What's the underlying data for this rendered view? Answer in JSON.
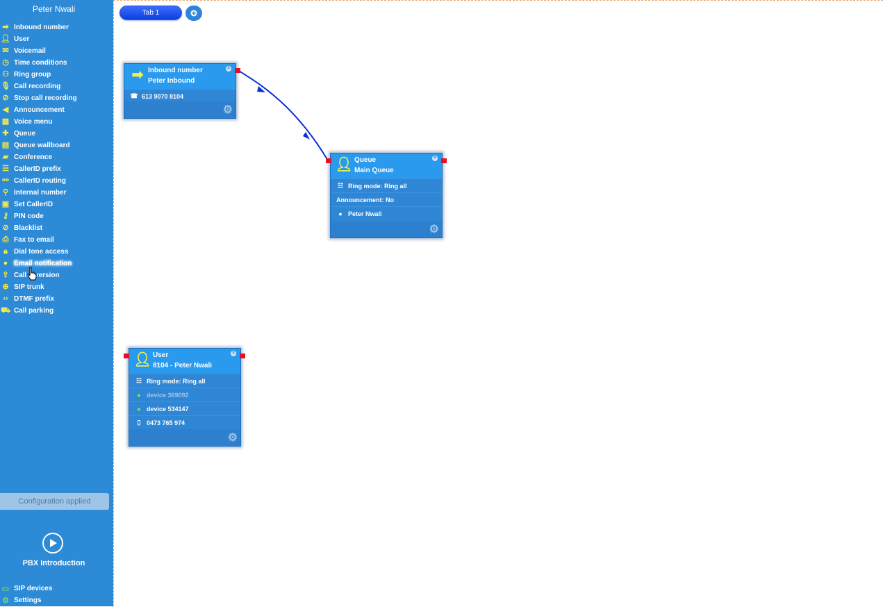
{
  "sidebar": {
    "user": "Peter Nwali",
    "menu": [
      {
        "label": "Inbound number",
        "icon": "arrow-right-icon"
      },
      {
        "label": "User",
        "icon": "user-icon"
      },
      {
        "label": "Voicemail",
        "icon": "envelope-icon"
      },
      {
        "label": "Time conditions",
        "icon": "clock-icon"
      },
      {
        "label": "Ring group",
        "icon": "group-icon"
      },
      {
        "label": "Call recording",
        "icon": "microphone-icon"
      },
      {
        "label": "Stop call recording",
        "icon": "microphone-off-icon"
      },
      {
        "label": "Announcement",
        "icon": "megaphone-icon"
      },
      {
        "label": "Voice menu",
        "icon": "grid-icon"
      },
      {
        "label": "Queue",
        "icon": "user-add-icon"
      },
      {
        "label": "Queue wallboard",
        "icon": "table-icon"
      },
      {
        "label": "Conference",
        "icon": "chat-icon"
      },
      {
        "label": "CallerID prefix",
        "icon": "list-icon"
      },
      {
        "label": "CallerID routing",
        "icon": "hierarchy-icon"
      },
      {
        "label": "Internal number",
        "icon": "pin-icon"
      },
      {
        "label": "Set CallerID",
        "icon": "id-card-icon"
      },
      {
        "label": "PIN code",
        "icon": "key-icon"
      },
      {
        "label": "Blacklist",
        "icon": "forbidden-icon"
      },
      {
        "label": "Fax to email",
        "icon": "fax-icon"
      },
      {
        "label": "Dial tone access",
        "icon": "lock-icon"
      },
      {
        "label": "Email notification",
        "icon": "bell-icon"
      },
      {
        "label": "Call diversion",
        "icon": "divert-icon"
      },
      {
        "label": "SIP trunk",
        "icon": "globe-icon"
      },
      {
        "label": "DTMF prefix",
        "icon": "code-icon"
      },
      {
        "label": "Call parking",
        "icon": "cart-icon"
      }
    ],
    "status": "Configuration applied",
    "intro_label": "PBX Introduction",
    "bottom_menu": [
      {
        "label": "SIP devices",
        "icon": "monitor-icon"
      },
      {
        "label": "Settings",
        "icon": "gear-icon"
      }
    ]
  },
  "toolbar": {
    "tab_label": "Tab 1",
    "add_tab_icon": "plus-icon"
  },
  "nodes": {
    "inbound": {
      "type": "Inbound number",
      "name": "Peter Inbound",
      "number": "613 9070 8104"
    },
    "queue": {
      "type": "Queue",
      "name": "Main Queue",
      "ring_mode": "Ring mode: Ring all",
      "announcement": "Announcement: No",
      "member": "Peter Nwali"
    },
    "user": {
      "type": "User",
      "name": "8104 - Peter Nwali",
      "ring_mode": "Ring mode: Ring all",
      "device1": "device 369092",
      "device2": "device 534147",
      "mobile": "0473 765 974"
    }
  },
  "colors": {
    "sidebar_bg": "#2d8ad6",
    "icon_yellow": "#f2e84b",
    "port_red": "#e80f22",
    "connector_blue": "#0b2fd9"
  }
}
